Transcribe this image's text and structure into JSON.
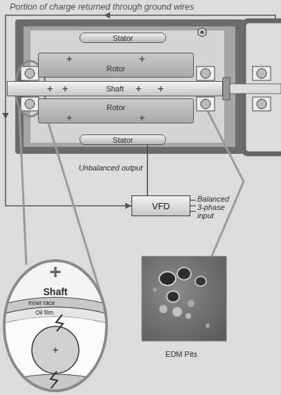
{
  "diagram": {
    "nodes": [
      {
        "text": [
          "Stator"
        ]
      },
      {
        "text": [
          "Rotor"
        ]
      },
      {
        "text": [
          "Shaft"
        ]
      },
      {
        "text": [
          "Rotor"
        ]
      },
      {
        "text": [
          "Stator"
        ]
      },
      {
        "text": [
          "VFD"
        ]
      }
    ],
    "edges": [
      {
        "from": 5,
        "to": 4,
        "arrow": "none",
        "label": "Unbalanced output"
      }
    ],
    "labels": [
      "Portion of charge returned through ground wires",
      "+",
      "+",
      "+",
      "+",
      "+",
      "+",
      "+",
      "+",
      "Balanced 3-phase input",
      "+",
      "Shaft",
      "Inner race",
      "Oil film",
      "+",
      "EDM Pits"
    ]
  }
}
